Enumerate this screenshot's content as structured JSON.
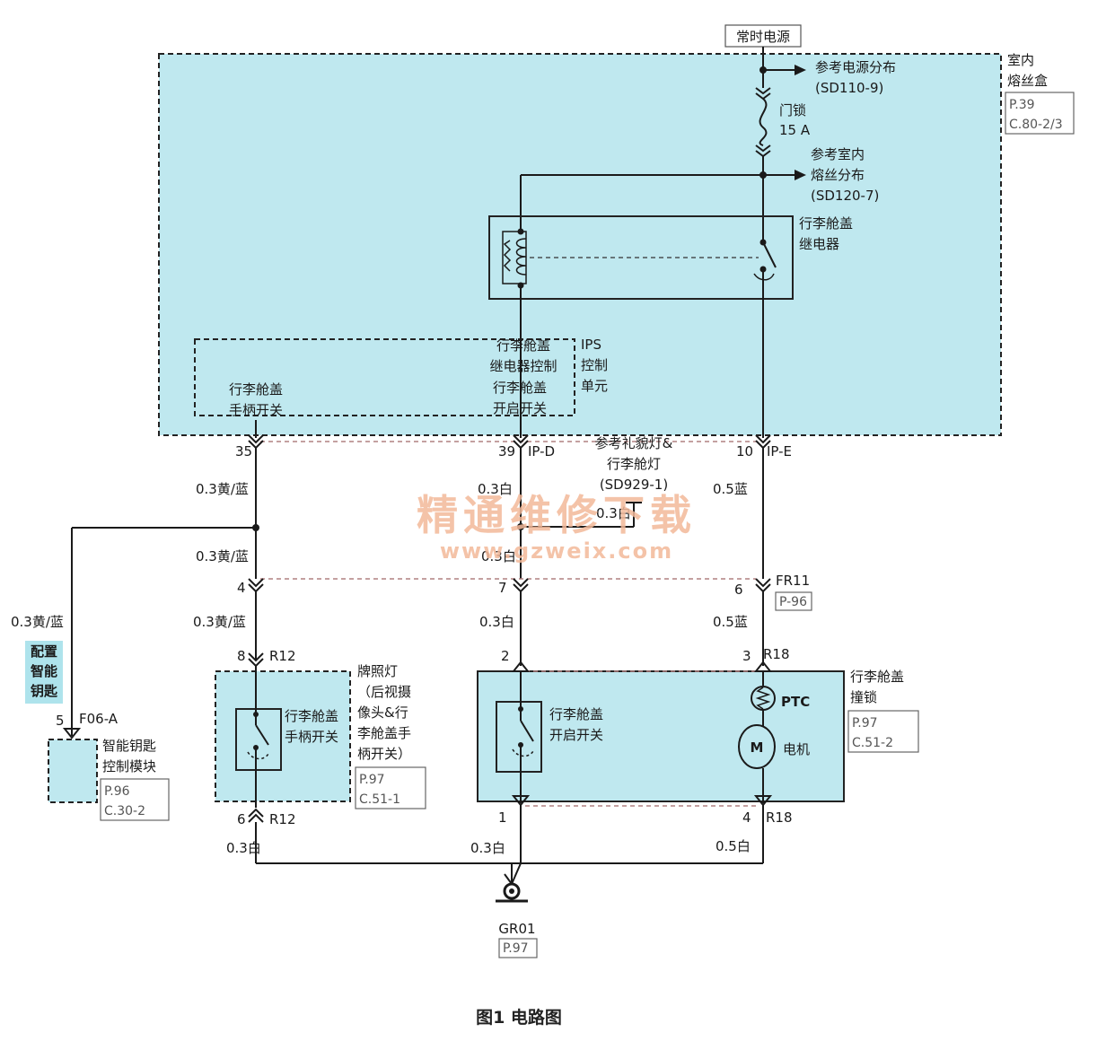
{
  "labels": {
    "power": "常时电源",
    "ref_power_1": "参考电源分布",
    "ref_power_2": "(SD110-9)",
    "fuse_1": "门锁",
    "fuse_2": "15 A",
    "ref_fuse_1": "参考室内",
    "ref_fuse_2": "熔丝分布",
    "ref_fuse_3": "(SD120-7)",
    "fusebox_1": "室内",
    "fusebox_2": "熔丝盒",
    "fusebox_ref_1": "P.39",
    "fusebox_ref_2": "C.80-2/3",
    "relay_1": "行李舱盖",
    "relay_2": "继电器",
    "ips_sig_1": "行李舱盖",
    "ips_sig_2": "继电器控制",
    "ips_sig_3": "行李舱盖",
    "ips_sig_4": "开启开关",
    "ips_1": "IPS",
    "ips_2": "控制",
    "ips_3": "单元",
    "handle_sig_1": "行李舱盖",
    "handle_sig_2": "手柄开关",
    "pin_35": "35",
    "pin_39": "39",
    "conn_ipd": "IP-D",
    "pin_10": "10",
    "conn_ipe": "IP-E",
    "ref_lamp_1": "参考礼貌灯&",
    "ref_lamp_2": "行李舱灯",
    "ref_lamp_3": "(SD929-1)",
    "w_yb_1": "0.3黄/蓝",
    "w_white_1": "0.3白",
    "w_blue_1": "0.5蓝",
    "w_white_branch": "0.3白",
    "w_yb_2": "0.3黄/蓝",
    "w_white_2": "0.3白",
    "pin_4": "4",
    "pin_7": "7",
    "pin_6a": "6",
    "conn_fr11": "FR11",
    "conn_fr11_ref": "P-96",
    "w_yb_left": "0.3黄/蓝",
    "w_yb_3": "0.3黄/蓝",
    "w_white_3": "0.3白",
    "w_blue_2": "0.5蓝",
    "smartkey_1": "配置",
    "smartkey_2": "智能",
    "smartkey_3": "钥匙",
    "pin_8": "8",
    "conn_r12_a": "R12",
    "pin_2": "2",
    "pin_3": "3",
    "conn_r18_a": "R18",
    "lamp_1": "牌照灯",
    "lamp_2": "（后视摄",
    "lamp_3": "像头&行",
    "lamp_4": "李舱盖手",
    "lamp_5": "柄开关）",
    "lamp_ref_1": "P.97",
    "lamp_ref_2": "C.51-1",
    "handle_sw_1": "行李舱盖",
    "handle_sw_2": "手柄开关",
    "open_sw_1": "行李舱盖",
    "open_sw_2": "开启开关",
    "latch_1": "行李舱盖",
    "latch_2": "撞锁",
    "latch_ref_1": "P.97",
    "latch_ref_2": "C.51-2",
    "ptc": "PTC",
    "motor_m": "M",
    "motor": "电机",
    "pin_5": "5",
    "conn_f06a": "F06-A",
    "smk_module_1": "智能钥匙",
    "smk_module_2": "控制模块",
    "smk_ref_1": "P.96",
    "smk_ref_2": "C.30-2",
    "pin_6b": "6",
    "conn_r12_b": "R12",
    "pin_1": "1",
    "pin_4b": "4",
    "conn_r18_b": "R18",
    "w_white_4": "0.3白",
    "w_white_5": "0.3白",
    "w_blue_3": "0.5白",
    "ground": "GR01",
    "ground_ref": "P.97",
    "watermark_1": "精通维修下载",
    "watermark_2": "www.gzweix.com",
    "caption": "图1 电路图"
  },
  "colors": {
    "module_fill": "#bfe8ef",
    "highlight_fill": "#aee3ec",
    "watermark": "#f3b99a"
  }
}
